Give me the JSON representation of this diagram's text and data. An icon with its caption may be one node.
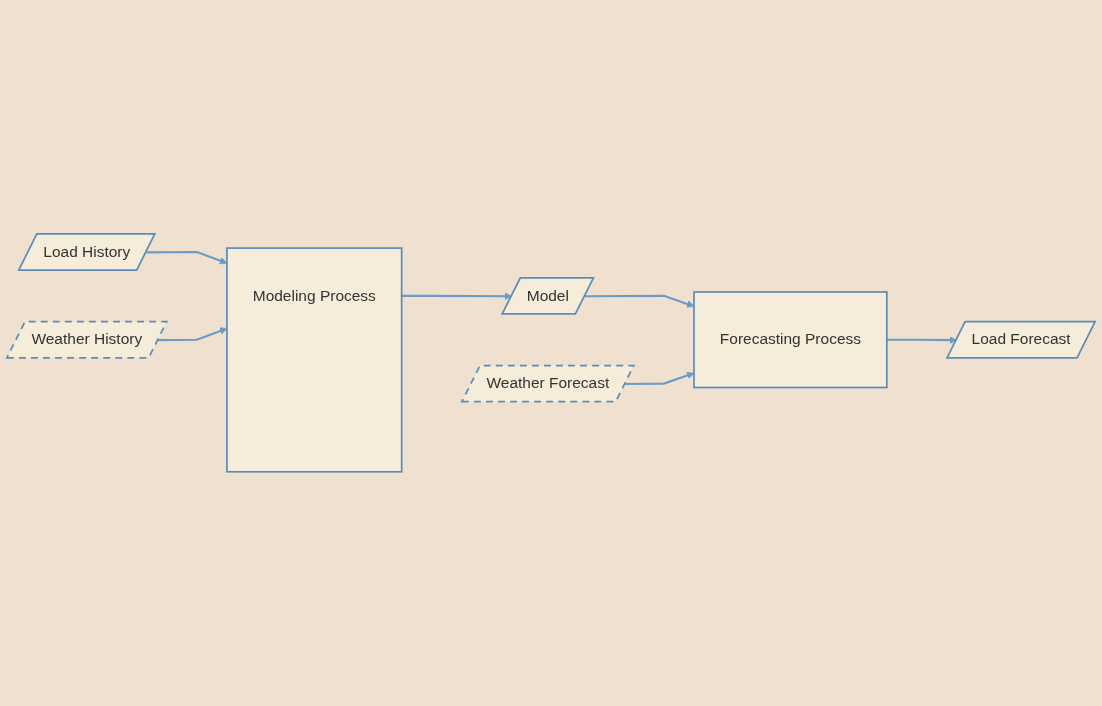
{
  "diagram": {
    "nodes": [
      {
        "text": [
          "Load History"
        ]
      },
      {
        "text": [
          "Weather History"
        ]
      },
      {
        "text": [
          "Modeling Process"
        ]
      },
      {
        "text": [
          "Model"
        ]
      },
      {
        "text": [
          "Weather Forecast"
        ]
      },
      {
        "text": [
          "Forecasting Process"
        ]
      },
      {
        "text": [
          "Load Forecast"
        ]
      }
    ],
    "edges": [
      {
        "from": 0,
        "to": 2,
        "arrow": "to"
      },
      {
        "from": 1,
        "to": 2,
        "arrow": "to"
      },
      {
        "from": 2,
        "to": 3,
        "arrow": "to"
      },
      {
        "from": 3,
        "to": 5,
        "arrow": "to"
      },
      {
        "from": 4,
        "to": 5,
        "arrow": "to"
      },
      {
        "from": 5,
        "to": 6,
        "arrow": "to"
      }
    ]
  }
}
